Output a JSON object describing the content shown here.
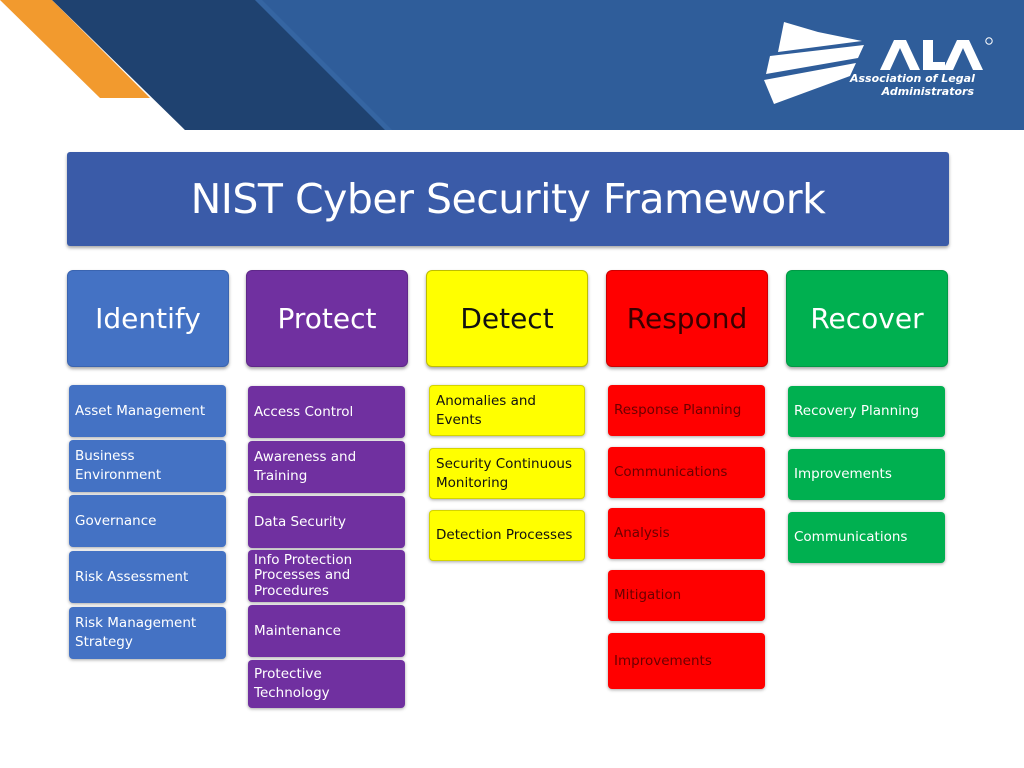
{
  "logo": {
    "brand": "ALA",
    "line1": "Association of Legal",
    "line2": "Administrators"
  },
  "title": "NIST Cyber Security Framework",
  "colors": {
    "banner": "#2f5d9a",
    "banner_dark": "#1f4270",
    "accent_orange": "#f29a2e",
    "title_bar": "#3a5ba8",
    "identify": "#4472c4",
    "protect": "#7030a0",
    "detect": "#ffff00",
    "respond": "#ff0000",
    "recover": "#00b050"
  },
  "columns": [
    {
      "name": "Identify",
      "categories": [
        "Asset Management",
        "Business Environment",
        "Governance",
        "Risk Assessment",
        "Risk Management Strategy"
      ]
    },
    {
      "name": "Protect",
      "categories": [
        "Access Control",
        "Awareness and Training",
        "Data Security",
        "Info Protection Processes and Procedures",
        "Maintenance",
        "Protective Technology"
      ]
    },
    {
      "name": "Detect",
      "categories": [
        "Anomalies and Events",
        "Security Continuous Monitoring",
        "Detection Processes"
      ]
    },
    {
      "name": "Respond",
      "categories": [
        "Response Planning",
        "Communications",
        "Analysis",
        "Mitigation",
        "Improvements"
      ]
    },
    {
      "name": "Recover",
      "categories": [
        "Recovery Planning",
        "Improvements",
        "Communications"
      ]
    }
  ]
}
